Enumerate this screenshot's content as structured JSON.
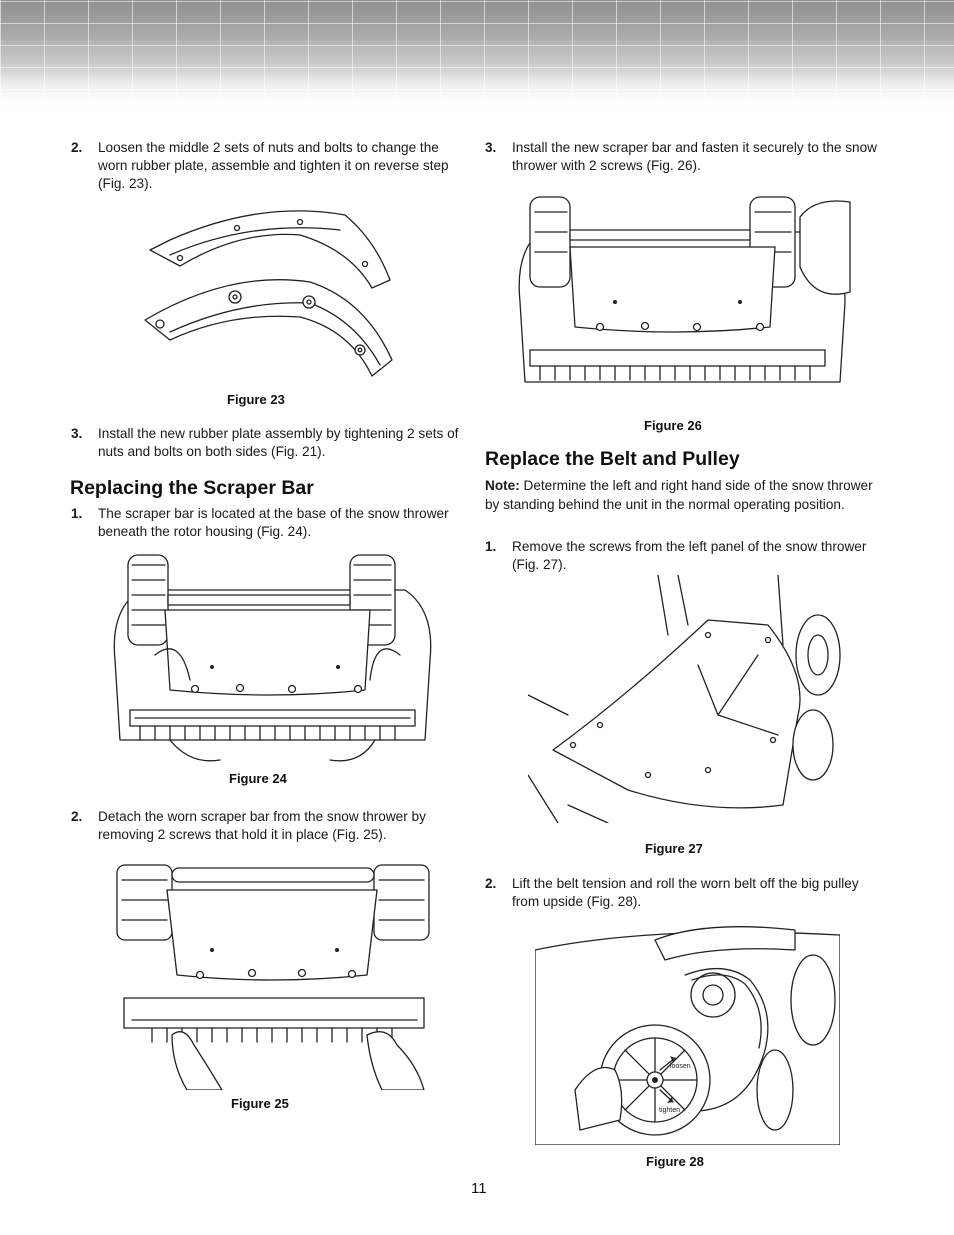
{
  "page": {
    "number": "11"
  },
  "left": {
    "step2": {
      "num": "2.",
      "text": "Loosen the middle 2 sets of nuts and bolts to change the worn rubber plate, assemble and tighten it on reverse step (Fig. 23)."
    },
    "fig23_caption": "Figure 23",
    "step3": {
      "num": "3.",
      "text": "Install the new rubber plate assembly by tightening 2 sets of nuts and bolts on both sides (Fig. 21)."
    },
    "scraper_title": "Replacing the Scraper Bar",
    "scraper_step1": {
      "num": "1.",
      "text": "The scraper bar is located at the base of the snow thrower beneath the rotor housing (Fig. 24)."
    },
    "fig24_caption": "Figure 24",
    "scraper_step2": {
      "num": "2.",
      "text": "Detach the worn scraper bar from the snow thrower by removing 2 screws that hold it in place (Fig. 25)."
    },
    "fig25_caption": "Figure 25"
  },
  "right": {
    "scraper_step3": {
      "num": "3.",
      "text": "Install the new scraper bar and fasten it securely to the snow thrower with 2 screws (Fig. 26)."
    },
    "fig26_caption": "Figure 26",
    "belt_title": "Replace the Belt and Pulley",
    "note_label": "Note:",
    "note_text": " Determine the left and right hand side of the snow thrower by standing behind the unit in the normal operating position.",
    "belt_step1": {
      "num": "1.",
      "text": "Remove the screws from the left panel of the snow thrower (Fig. 27)."
    },
    "fig27_caption": "Figure 27",
    "belt_step2": {
      "num": "2.",
      "text": "Lift the belt tension and roll the worn belt off the big pulley from upside (Fig. 28)."
    },
    "fig28_caption": "Figure 28",
    "fig28_labels": {
      "loosen": "loosen",
      "tighten": "tighten"
    }
  }
}
